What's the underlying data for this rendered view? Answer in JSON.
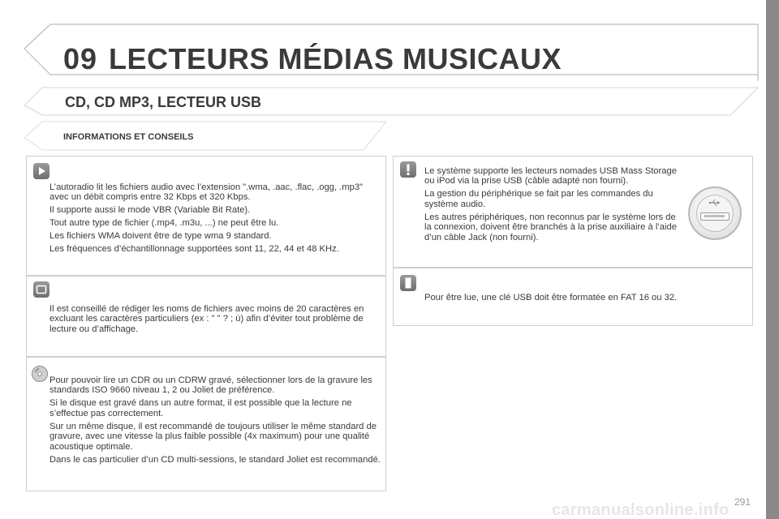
{
  "header": {
    "chapter_number": "09",
    "chapter_title": "LECTEURS MÉDIAS MUSICAUX",
    "section_title": "CD, CD MP3, LECTEUR USB",
    "subsection_title": "INFORMATIONS ET CONSEILS"
  },
  "left_boxes": [
    {
      "icon": "info-arrow-icon",
      "paragraphs": [
        "L’autoradio lit les fichiers audio avec l’extension \".wma, .aac, .flac, .ogg, .mp3\" avec un débit compris entre 32 Kbps et 320 Kbps.",
        "Il supporte aussi le mode VBR (Variable Bit Rate).",
        "Tout autre type de fichier (.mp4, .m3u, ...) ne peut être lu.",
        "Les fichiers WMA doivent être de type wma 9 standard.",
        "Les fréquences d’échantillonnage supportées sont 11, 22, 44 et 48 KHz."
      ]
    },
    {
      "icon": "screen-icon",
      "paragraphs": [
        "Il est conseillé de rédiger les noms de fichiers avec moins de 20 caractères en excluant les caractères particuliers (ex : \" \" ? ; ù) afin d’éviter tout problème de lecture ou d’affichage."
      ]
    },
    {
      "icon": "cd-icon",
      "paragraphs": [
        "Pour pouvoir lire un CDR ou un CDRW gravé, sélectionner lors de la gravure les standards ISO 9660 niveau 1, 2 ou Joliet de préférence.",
        "Si le disque est gravé dans un autre format, il est possible que la lecture ne s’effectue pas correctement.",
        "Sur un même disque, il est recommandé de toujours utiliser le même standard de gravure, avec une vitesse la plus faible possible (4x maximum) pour une qualité acoustique optimale.",
        "Dans le cas particulier d’un CD multi-sessions, le standard Joliet est recommandé."
      ]
    }
  ],
  "right_boxes": [
    {
      "icon": "warning-icon",
      "paragraphs": [
        "Le système supporte les lecteurs nomades USB Mass Storage ou iPod via la prise USB (câble adapté non fourni).",
        "La gestion du périphérique se fait par les commandes du système audio.",
        "Les autres périphériques, non reconnus par le système lors de la connexion, doivent être branchés à la prise auxiliaire à l’aide d’un câble Jack (non fourni)."
      ]
    },
    {
      "icon": "usb-key-icon",
      "paragraphs": [
        "Pour être lue, une clé USB doit être formatée en FAT 16 ou 32."
      ]
    }
  ],
  "footer": {
    "page_number": "291",
    "watermark": "carmanualsonline.info"
  }
}
